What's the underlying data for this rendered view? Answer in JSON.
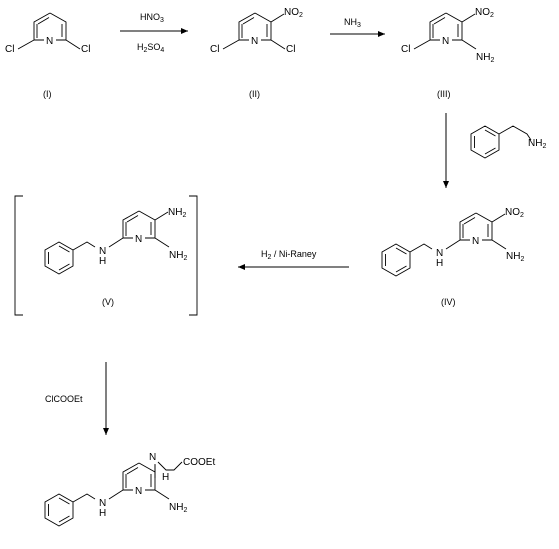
{
  "compounds": {
    "I": {
      "label": "(I)",
      "atoms": {
        "cl_left": "Cl",
        "n_ring": "N",
        "cl_right": "Cl"
      }
    },
    "II": {
      "label": "(II)",
      "atoms": {
        "no2": "NO",
        "no2_sub": "2",
        "cl_left": "Cl",
        "n_ring": "N",
        "cl_right": "Cl"
      }
    },
    "III": {
      "label": "(III)",
      "atoms": {
        "no2": "NO",
        "no2_sub": "2",
        "cl": "Cl",
        "n_ring": "N",
        "nh2": "NH",
        "nh2_sub": "2"
      }
    },
    "IV": {
      "label": "(IV)",
      "atoms": {
        "no2": "NO",
        "no2_sub": "2",
        "nh_benzyl": "N",
        "h_benzyl": "H",
        "n_ring": "N",
        "nh2": "NH",
        "nh2_sub": "2"
      }
    },
    "V": {
      "label": "(V)",
      "atoms": {
        "nh2_top": "NH",
        "nh2_top_sub": "2",
        "nh_benzyl": "N",
        "h_benzyl": "H",
        "n_ring": "N",
        "nh2": "NH",
        "nh2_sub": "2"
      }
    },
    "VI": {
      "atoms": {
        "nh_carb": "N",
        "h_carb": "H",
        "cooet": "COOEt",
        "nh_benzyl": "N",
        "h_benzyl": "H",
        "n_ring": "N",
        "nh2": "NH",
        "nh2_sub": "2"
      }
    }
  },
  "benzylamine": {
    "nh2": "NH",
    "nh2_sub": "2"
  },
  "reagents": {
    "step1_top": "HNO",
    "step1_top_sub": "3",
    "step1_bottom": "H",
    "step1_bottom_sub": "2",
    "step1_bottom_rest": "SO",
    "step1_bottom_sub2": "4",
    "step2": "NH",
    "step2_sub": "3",
    "step4": "H",
    "step4_sub": "2",
    "step4_rest": " / Ni-Raney",
    "step5": "ClCOOEt"
  }
}
